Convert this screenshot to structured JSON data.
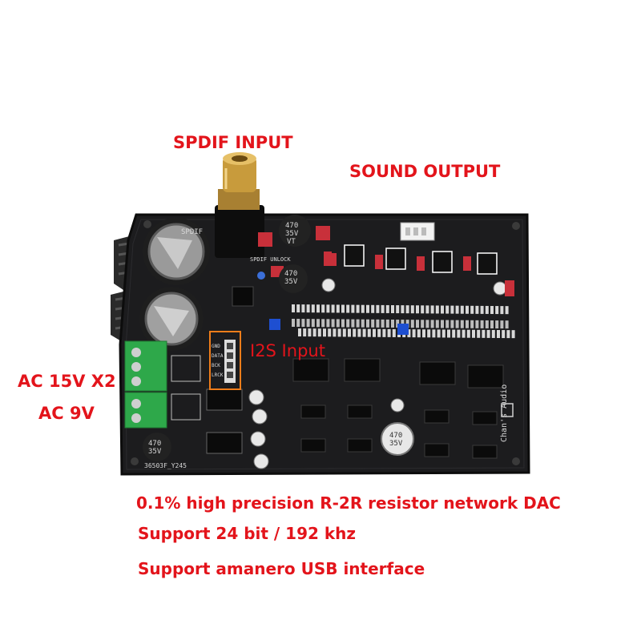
{
  "labels": {
    "spdif_input": "SPDIF INPUT",
    "sound_output": "SOUND OUTPUT",
    "ac_15v": "AC 15V X2",
    "ac_9v": "AC 9V",
    "i2s_input": "I2S Input",
    "feature_1": "0.1% high precision R-2R resistor network DAC",
    "feature_2": "Support 24 bit / 192 khz",
    "feature_3": "Support amanero USB interface"
  },
  "board": {
    "silk_brand": "Chan's Audio",
    "silk_model": "36503F_Y245",
    "silk_spdif": "SPDIF",
    "silk_unlock": "SPDIF UNLOCK",
    "i2s_pins": [
      "GND",
      "DATA",
      "BCK",
      "LRCK"
    ],
    "cap_value": "470",
    "cap_voltage": "35V",
    "cap_series": "VT"
  },
  "colors": {
    "label_red": "#e3141b",
    "pcb": "#1c1c1e",
    "terminal_green": "#2ea84a",
    "brass": "#c89b3c"
  }
}
